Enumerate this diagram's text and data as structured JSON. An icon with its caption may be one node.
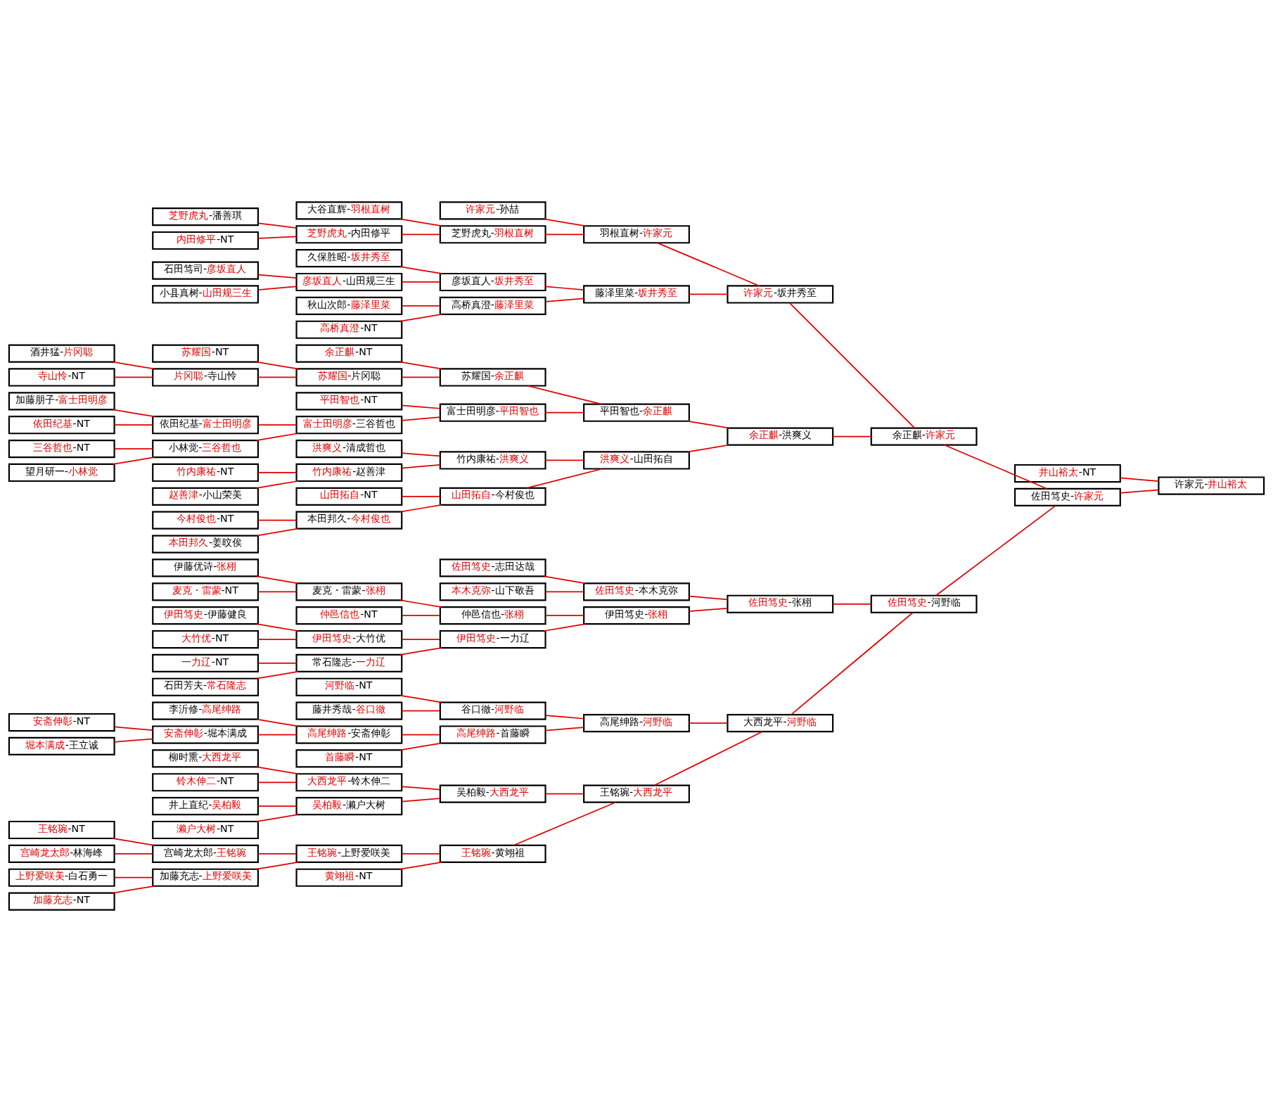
{
  "diagram": {
    "nodes": [
      {
        "text": [
          "许家元-井山裕太"
        ]
      },
      {
        "text": [
          "井山裕太-NT"
        ]
      },
      {
        "text": [
          "佐田笃史-许家元"
        ]
      },
      {
        "text": [
          "余正麒-许家元"
        ]
      },
      {
        "text": [
          "许家元-坂井秀至"
        ]
      },
      {
        "text": [
          "羽根直树-许家元"
        ]
      },
      {
        "text": [
          "许家元-孙喆"
        ]
      },
      {
        "text": [
          "芝野虎丸-羽根直树"
        ]
      },
      {
        "text": [
          "大谷直辉-羽根直树"
        ]
      },
      {
        "text": [
          "芝野虎丸-内田修平"
        ]
      },
      {
        "text": [
          "芝野虎丸-潘善琪"
        ]
      },
      {
        "text": [
          "内田修平-NT"
        ]
      },
      {
        "text": [
          "藤泽里菜-坂井秀至"
        ]
      },
      {
        "text": [
          "彦坂直人-坂井秀至"
        ]
      },
      {
        "text": [
          "久保胜昭-坂井秀至"
        ]
      },
      {
        "text": [
          "彦坂直人-山田规三生"
        ]
      },
      {
        "text": [
          "石田笃司-彦坂直人"
        ]
      },
      {
        "text": [
          "小县真树-山田规三生"
        ]
      },
      {
        "text": [
          "高桥真澄-藤泽里菜"
        ]
      },
      {
        "text": [
          "秋山次郎-藤泽里菜"
        ]
      },
      {
        "text": [
          "高桥真澄-NT"
        ]
      },
      {
        "text": [
          "余正麒-洪爽义"
        ]
      },
      {
        "text": [
          "平田智也-余正麒"
        ]
      },
      {
        "text": [
          "苏耀国-余正麒"
        ]
      },
      {
        "text": [
          "余正麒-NT"
        ]
      },
      {
        "text": [
          "苏耀国-片冈聪"
        ]
      },
      {
        "text": [
          "苏耀国-NT"
        ]
      },
      {
        "text": [
          "片冈聪-寺山怜"
        ]
      },
      {
        "text": [
          "酒井猛-片冈聪"
        ]
      },
      {
        "text": [
          "寺山怜-NT"
        ]
      },
      {
        "text": [
          "富士田明彦-平田智也"
        ]
      },
      {
        "text": [
          "平田智也-NT"
        ]
      },
      {
        "text": [
          "富士田明彦-三谷哲也"
        ]
      },
      {
        "text": [
          "依田纪基-富士田明彦"
        ]
      },
      {
        "text": [
          "加藤朋子-富士田明彦"
        ]
      },
      {
        "text": [
          "依田纪基-NT"
        ]
      },
      {
        "text": [
          "小林觉-三谷哲也"
        ]
      },
      {
        "text": [
          "三谷哲也-NT"
        ]
      },
      {
        "text": [
          "望月研一-小林觉"
        ]
      },
      {
        "text": [
          "洪爽义-山田拓自"
        ]
      },
      {
        "text": [
          "竹内康祐-洪爽义"
        ]
      },
      {
        "text": [
          "洪爽义-清成哲也"
        ]
      },
      {
        "text": [
          "竹内康祐-赵善津"
        ]
      },
      {
        "text": [
          "竹内康祐-NT"
        ]
      },
      {
        "text": [
          "赵善津-小山荣美"
        ]
      },
      {
        "text": [
          "山田拓自-今村俊也"
        ]
      },
      {
        "text": [
          "山田拓自-NT"
        ]
      },
      {
        "text": [
          "本田邦久-今村俊也"
        ]
      },
      {
        "text": [
          "今村俊也-NT"
        ]
      },
      {
        "text": [
          "本田邦久-姜旼俟"
        ]
      },
      {
        "text": [
          "佐田笃史-河野临"
        ]
      },
      {
        "text": [
          "佐田笃史-张栩"
        ]
      },
      {
        "text": [
          "佐田笃史-本木克弥"
        ]
      },
      {
        "text": [
          "佐田笃史-志田达哉"
        ]
      },
      {
        "text": [
          "本木克弥-山下敬吾"
        ]
      },
      {
        "text": [
          "伊田笃史-张栩"
        ]
      },
      {
        "text": [
          "仲邑信也-张栩"
        ]
      },
      {
        "text": [
          "麦克・雷蒙-张栩"
        ]
      },
      {
        "text": [
          "伊藤优诗-张栩"
        ]
      },
      {
        "text": [
          "麦克・雷蒙-NT"
        ]
      },
      {
        "text": [
          "仲邑信也-NT"
        ]
      },
      {
        "text": [
          "伊田笃史-一力辽"
        ]
      },
      {
        "text": [
          "伊田笃史-大竹优"
        ]
      },
      {
        "text": [
          "伊田笃史-伊藤健良"
        ]
      },
      {
        "text": [
          "大竹优-NT"
        ]
      },
      {
        "text": [
          "常石隆志-一力辽"
        ]
      },
      {
        "text": [
          "一力辽-NT"
        ]
      },
      {
        "text": [
          "石田芳夫-常石隆志"
        ]
      },
      {
        "text": [
          "大西龙平-河野临"
        ]
      },
      {
        "text": [
          "高尾绅路-河野临"
        ]
      },
      {
        "text": [
          "谷口徹-河野临"
        ]
      },
      {
        "text": [
          "河野临-NT"
        ]
      },
      {
        "text": [
          "藤井秀哉-谷口徹"
        ]
      },
      {
        "text": [
          "高尾绅路-首藤瞬"
        ]
      },
      {
        "text": [
          "高尾绅路-安斋伸彰"
        ]
      },
      {
        "text": [
          "李沂修-高尾绅路"
        ]
      },
      {
        "text": [
          "安斋伸彰-堀本满成"
        ]
      },
      {
        "text": [
          "安斋伸彰-NT"
        ]
      },
      {
        "text": [
          "堀本满成-王立诚"
        ]
      },
      {
        "text": [
          "首藤瞬-NT"
        ]
      },
      {
        "text": [
          "王铭琬-大西龙平"
        ]
      },
      {
        "text": [
          "吴柏毅-大西龙平"
        ]
      },
      {
        "text": [
          "大西龙平-铃木伸二"
        ]
      },
      {
        "text": [
          "柳时熏-大西龙平"
        ]
      },
      {
        "text": [
          "铃木伸二-NT"
        ]
      },
      {
        "text": [
          "吴柏毅-濑户大树"
        ]
      },
      {
        "text": [
          "井上直纪-吴柏毅"
        ]
      },
      {
        "text": [
          "濑户大树-NT"
        ]
      },
      {
        "text": [
          "王铭琬-黄翊祖"
        ]
      },
      {
        "text": [
          "王铭琬-上野爱咲美"
        ]
      },
      {
        "text": [
          "宫崎龙太郎-王铭琬"
        ]
      },
      {
        "text": [
          "王铭琬-NT"
        ]
      },
      {
        "text": [
          "宫崎龙太郎-林海峰"
        ]
      },
      {
        "text": [
          "加藤充志-上野爱咲美"
        ]
      },
      {
        "text": [
          "上野爱咲美-白石勇一"
        ]
      },
      {
        "text": [
          "加藤充志-NT"
        ]
      },
      {
        "text": [
          "黄翊祖-NT"
        ]
      }
    ],
    "edges": [
      {
        "from": 0,
        "to": 1,
        "arrow": "none"
      },
      {
        "from": 0,
        "to": 2,
        "arrow": "none"
      },
      {
        "from": 2,
        "to": 3,
        "arrow": "none"
      },
      {
        "from": 2,
        "to": 50,
        "arrow": "none"
      },
      {
        "from": 3,
        "to": 4,
        "arrow": "none"
      },
      {
        "from": 3,
        "to": 21,
        "arrow": "none"
      },
      {
        "from": 4,
        "to": 5,
        "arrow": "none"
      },
      {
        "from": 4,
        "to": 12,
        "arrow": "none"
      },
      {
        "from": 5,
        "to": 6,
        "arrow": "none"
      },
      {
        "from": 5,
        "to": 7,
        "arrow": "none"
      },
      {
        "from": 7,
        "to": 8,
        "arrow": "none"
      },
      {
        "from": 7,
        "to": 9,
        "arrow": "none"
      },
      {
        "from": 9,
        "to": 10,
        "arrow": "none"
      },
      {
        "from": 9,
        "to": 11,
        "arrow": "none"
      },
      {
        "from": 12,
        "to": 13,
        "arrow": "none"
      },
      {
        "from": 12,
        "to": 18,
        "arrow": "none"
      },
      {
        "from": 13,
        "to": 14,
        "arrow": "none"
      },
      {
        "from": 13,
        "to": 15,
        "arrow": "none"
      },
      {
        "from": 15,
        "to": 16,
        "arrow": "none"
      },
      {
        "from": 15,
        "to": 17,
        "arrow": "none"
      },
      {
        "from": 18,
        "to": 19,
        "arrow": "none"
      },
      {
        "from": 18,
        "to": 20,
        "arrow": "none"
      },
      {
        "from": 21,
        "to": 22,
        "arrow": "none"
      },
      {
        "from": 21,
        "to": 39,
        "arrow": "none"
      },
      {
        "from": 22,
        "to": 23,
        "arrow": "none"
      },
      {
        "from": 22,
        "to": 30,
        "arrow": "none"
      },
      {
        "from": 23,
        "to": 24,
        "arrow": "none"
      },
      {
        "from": 23,
        "to": 25,
        "arrow": "none"
      },
      {
        "from": 25,
        "to": 26,
        "arrow": "none"
      },
      {
        "from": 25,
        "to": 27,
        "arrow": "none"
      },
      {
        "from": 27,
        "to": 28,
        "arrow": "none"
      },
      {
        "from": 27,
        "to": 29,
        "arrow": "none"
      },
      {
        "from": 30,
        "to": 31,
        "arrow": "none"
      },
      {
        "from": 30,
        "to": 32,
        "arrow": "none"
      },
      {
        "from": 32,
        "to": 33,
        "arrow": "none"
      },
      {
        "from": 32,
        "to": 36,
        "arrow": "none"
      },
      {
        "from": 33,
        "to": 34,
        "arrow": "none"
      },
      {
        "from": 33,
        "to": 35,
        "arrow": "none"
      },
      {
        "from": 36,
        "to": 37,
        "arrow": "none"
      },
      {
        "from": 36,
        "to": 38,
        "arrow": "none"
      },
      {
        "from": 39,
        "to": 40,
        "arrow": "none"
      },
      {
        "from": 39,
        "to": 45,
        "arrow": "none"
      },
      {
        "from": 40,
        "to": 41,
        "arrow": "none"
      },
      {
        "from": 40,
        "to": 42,
        "arrow": "none"
      },
      {
        "from": 42,
        "to": 43,
        "arrow": "none"
      },
      {
        "from": 42,
        "to": 44,
        "arrow": "none"
      },
      {
        "from": 45,
        "to": 46,
        "arrow": "none"
      },
      {
        "from": 45,
        "to": 47,
        "arrow": "none"
      },
      {
        "from": 47,
        "to": 48,
        "arrow": "none"
      },
      {
        "from": 47,
        "to": 49,
        "arrow": "none"
      },
      {
        "from": 50,
        "to": 51,
        "arrow": "none"
      },
      {
        "from": 50,
        "to": 68,
        "arrow": "none"
      },
      {
        "from": 51,
        "to": 52,
        "arrow": "none"
      },
      {
        "from": 51,
        "to": 55,
        "arrow": "none"
      },
      {
        "from": 52,
        "to": 53,
        "arrow": "none"
      },
      {
        "from": 52,
        "to": 54,
        "arrow": "none"
      },
      {
        "from": 55,
        "to": 56,
        "arrow": "none"
      },
      {
        "from": 55,
        "to": 61,
        "arrow": "none"
      },
      {
        "from": 56,
        "to": 57,
        "arrow": "none"
      },
      {
        "from": 56,
        "to": 60,
        "arrow": "none"
      },
      {
        "from": 57,
        "to": 58,
        "arrow": "none"
      },
      {
        "from": 57,
        "to": 59,
        "arrow": "none"
      },
      {
        "from": 61,
        "to": 62,
        "arrow": "none"
      },
      {
        "from": 61,
        "to": 65,
        "arrow": "none"
      },
      {
        "from": 62,
        "to": 63,
        "arrow": "none"
      },
      {
        "from": 62,
        "to": 64,
        "arrow": "none"
      },
      {
        "from": 65,
        "to": 66,
        "arrow": "none"
      },
      {
        "from": 65,
        "to": 67,
        "arrow": "none"
      },
      {
        "from": 68,
        "to": 69,
        "arrow": "none"
      },
      {
        "from": 68,
        "to": 80,
        "arrow": "none"
      },
      {
        "from": 69,
        "to": 70,
        "arrow": "none"
      },
      {
        "from": 69,
        "to": 73,
        "arrow": "none"
      },
      {
        "from": 70,
        "to": 71,
        "arrow": "none"
      },
      {
        "from": 70,
        "to": 72,
        "arrow": "none"
      },
      {
        "from": 73,
        "to": 74,
        "arrow": "none"
      },
      {
        "from": 73,
        "to": 79,
        "arrow": "none"
      },
      {
        "from": 74,
        "to": 75,
        "arrow": "none"
      },
      {
        "from": 74,
        "to": 76,
        "arrow": "none"
      },
      {
        "from": 76,
        "to": 77,
        "arrow": "none"
      },
      {
        "from": 76,
        "to": 78,
        "arrow": "none"
      },
      {
        "from": 80,
        "to": 81,
        "arrow": "none"
      },
      {
        "from": 80,
        "to": 88,
        "arrow": "none"
      },
      {
        "from": 81,
        "to": 82,
        "arrow": "none"
      },
      {
        "from": 81,
        "to": 85,
        "arrow": "none"
      },
      {
        "from": 82,
        "to": 83,
        "arrow": "none"
      },
      {
        "from": 82,
        "to": 84,
        "arrow": "none"
      },
      {
        "from": 85,
        "to": 86,
        "arrow": "none"
      },
      {
        "from": 85,
        "to": 87,
        "arrow": "none"
      },
      {
        "from": 88,
        "to": 89,
        "arrow": "none"
      },
      {
        "from": 88,
        "to": 96,
        "arrow": "none"
      },
      {
        "from": 89,
        "to": 90,
        "arrow": "none"
      },
      {
        "from": 89,
        "to": 93,
        "arrow": "none"
      },
      {
        "from": 90,
        "to": 91,
        "arrow": "none"
      },
      {
        "from": 90,
        "to": 92,
        "arrow": "none"
      },
      {
        "from": 93,
        "to": 94,
        "arrow": "none"
      },
      {
        "from": 93,
        "to": 95,
        "arrow": "none"
      }
    ]
  }
}
